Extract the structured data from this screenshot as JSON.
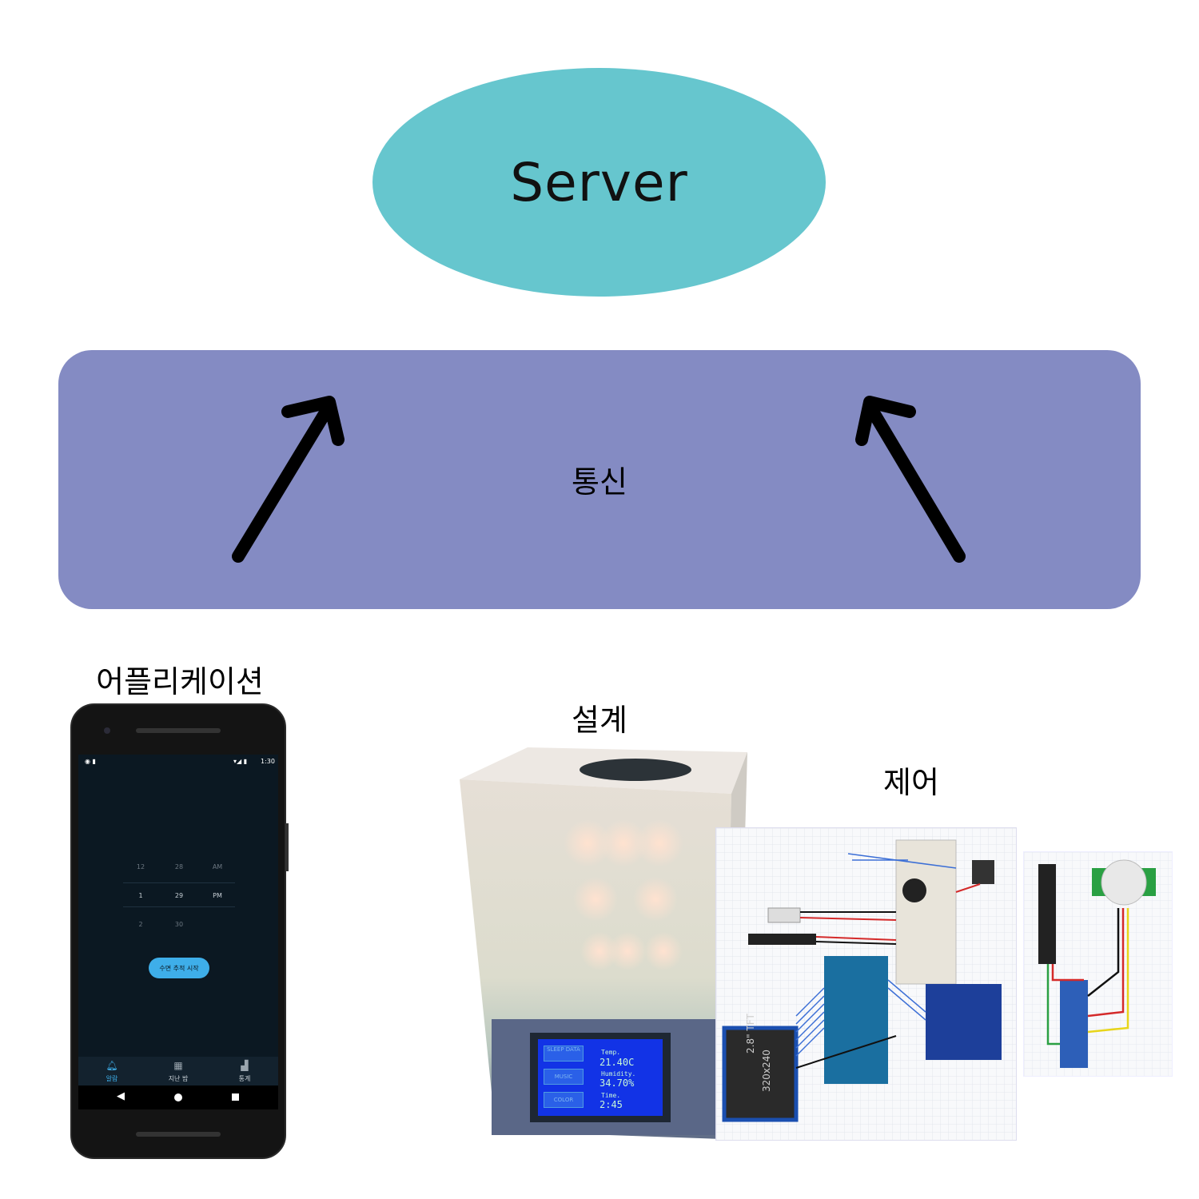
{
  "server": {
    "label": "Server"
  },
  "communication": {
    "label": "통신"
  },
  "captions": {
    "application": "어플리케이션",
    "design": "설계",
    "control": "제어"
  },
  "phone": {
    "status_time": "1:30",
    "picker": {
      "col_hour": [
        "12",
        "1",
        "2"
      ],
      "col_minute": [
        "28",
        "29",
        "30"
      ],
      "col_ampm": [
        "AM",
        "PM"
      ]
    },
    "start_button": "수면 추적 시작",
    "nav": [
      {
        "label": "알람",
        "icon": "bell-icon"
      },
      {
        "label": "지난 밤",
        "icon": "calendar-icon"
      },
      {
        "label": "통계",
        "icon": "chart-icon"
      }
    ]
  },
  "device_screen": {
    "buttons": [
      "SLEEP DATA",
      "MUSIC",
      "COLOR"
    ],
    "temp_label": "Temp.",
    "temp_value": "21.40C",
    "humidity_label": "Humidity.",
    "humidity_value": "34.70%",
    "time_label": "Time.",
    "time_value": "2:45"
  },
  "schematic": {
    "lcd_label_1": "2.8\" TFT",
    "lcd_label_2": "320x240"
  },
  "colors": {
    "server": "#66c6ce",
    "communication": "#848bc3",
    "phone_bg": "#0b1822",
    "accent": "#3eaee9"
  }
}
